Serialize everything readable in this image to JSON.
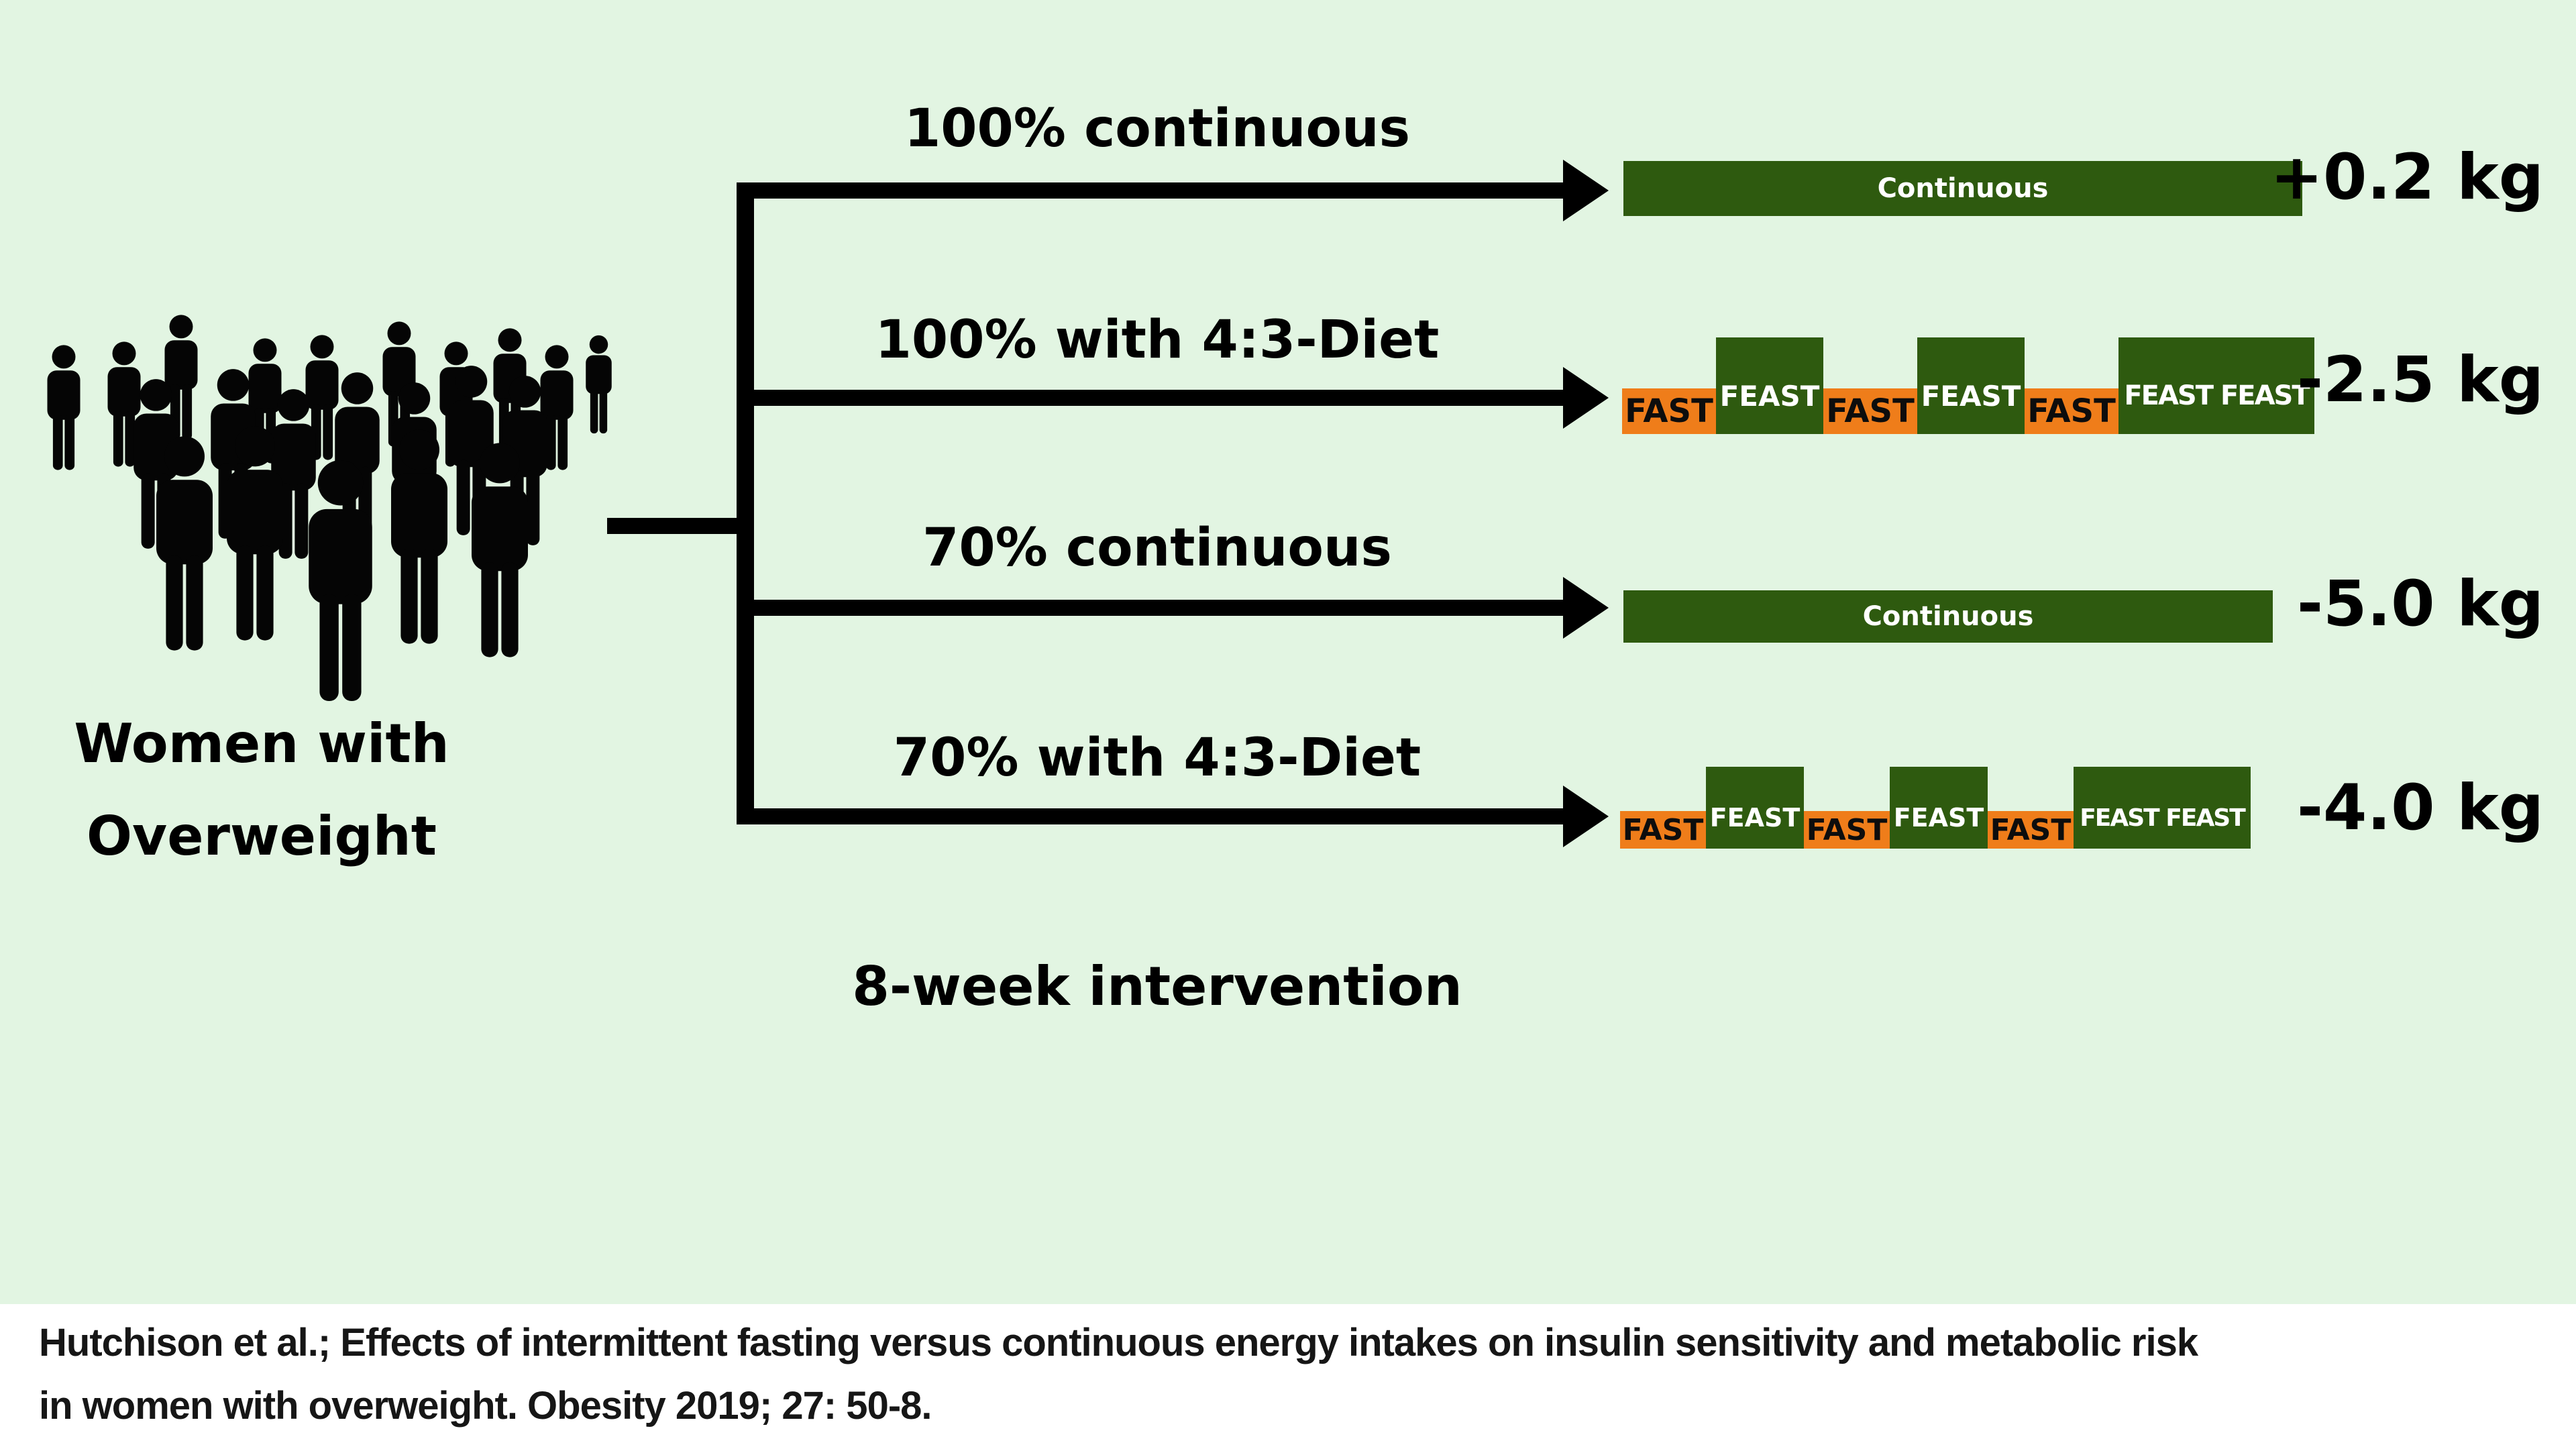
{
  "palette": {
    "background": "#e2f5e2",
    "band_background": "#ffffff",
    "dark_green": "#2e5a0f",
    "orange": "#ef7d1a",
    "line_black": "#000000",
    "feast_text": "#ffffff",
    "fast_text": "#0d0d0d"
  },
  "icons": {
    "crowd": "women-crowd-pictogram",
    "arrowhead": "right-arrow"
  },
  "population": {
    "label_line1": "Women with",
    "label_line2": "Overweight"
  },
  "note": "8-week intervention",
  "arms": [
    {
      "label": "100% continuous",
      "diet_type": "continuous",
      "bar_label": "Continuous",
      "outcome": "+0.2 kg"
    },
    {
      "label": "100% with 4:3-Diet",
      "diet_type": "4:3",
      "pattern": [
        "FAST",
        "FEAST",
        "FAST",
        "FEAST",
        "FAST",
        "FEAST FEAST"
      ],
      "outcome": "-2.5 kg"
    },
    {
      "label": "70% continuous",
      "diet_type": "continuous",
      "bar_label": "Continuous",
      "outcome": "-5.0 kg"
    },
    {
      "label": "70% with 4:3-Diet",
      "diet_type": "4:3",
      "pattern": [
        "FAST",
        "FEAST",
        "FAST",
        "FEAST",
        "FAST",
        "FEAST FEAST"
      ],
      "outcome": "-4.0 kg"
    }
  ],
  "citation": {
    "line1": "Hutchison et al.; Effects of intermittent fasting versus continuous energy intakes on insulin sensitivity and metabolic risk",
    "line2": "in women with overweight. Obesity 2019; 27: 50-8."
  }
}
